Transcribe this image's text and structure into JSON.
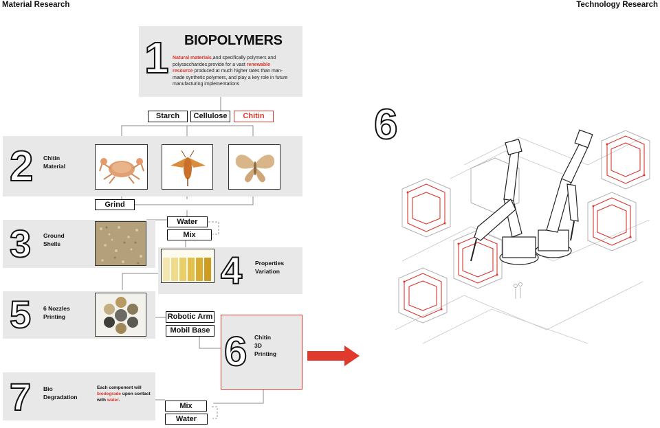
{
  "headers": {
    "left": "Material Research",
    "right": "Technology Research"
  },
  "step1": {
    "num": "1",
    "title": "BIOPOLYMERS",
    "text_part1": "Natural materials",
    "text_part2": ",and specifically polymers and polysaccharides,provide for a vast ",
    "text_part3": "renewable resource",
    "text_part4": " produced at much higher rates than man-made synthetic polymers, and play a key role in future manufacturing implementations"
  },
  "polymers": [
    "Starch",
    "Cellulose",
    "Chitin"
  ],
  "step2": {
    "num": "2",
    "label_line1": "Chitin",
    "label_line2": "Material"
  },
  "grind": "Grind",
  "step3": {
    "num": "3",
    "label_line1": "Ground",
    "label_line2": "Shells"
  },
  "water_top": "Water",
  "mix_top": "Mix",
  "step4": {
    "num": "4",
    "label_line1": "Properties",
    "label_line2": "Variation"
  },
  "step5": {
    "num": "5",
    "label_line1": "6 Nozzles",
    "label_line2": "Printing"
  },
  "robotic_arm": "Robotic Arm",
  "mobil_base": "Mobil Base",
  "step6": {
    "num": "6",
    "label_line1": "Chitin",
    "label_line2": "3D",
    "label_line3": "Printing"
  },
  "step7": {
    "num": "7",
    "label_line1": "Bio",
    "label_line2": "Degradation",
    "note_part1": "Each component will",
    "note_part2": "biodegrade",
    "note_part3": " upon contact",
    "note_part4": "with ",
    "note_part5": "water",
    "note_part6": "."
  },
  "mix_bottom": "Mix",
  "water_bottom": "Water",
  "right_num": "6",
  "colors": {
    "accent": "#d8382f",
    "panel": "#e8e8e8"
  }
}
